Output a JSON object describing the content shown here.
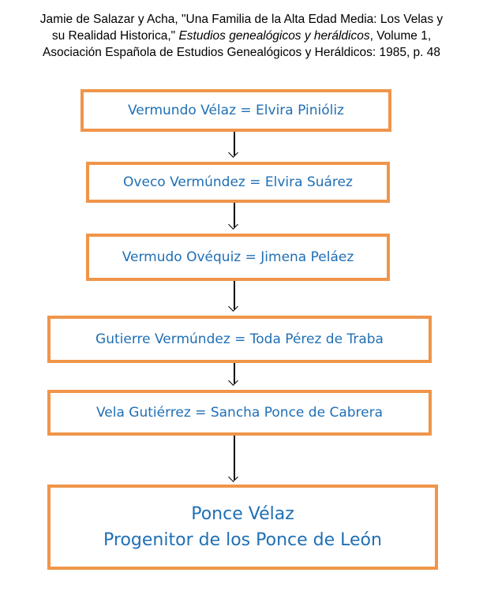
{
  "citation": {
    "line1": "Jamie de Salazar y Acha, \"Una Familia de la Alta Edad Media: Los Velas y",
    "line2_pre": "su Realidad Historica,\" ",
    "line2_italic": "Estudios genealógicos y heráldicos",
    "line2_post": ", Volume 1,",
    "line3": "Asociación Española de Estudios Genealógicos y Heráldicos: 1985, p. 48"
  },
  "generations": [
    {
      "label": "Vermundo Vélaz = Elvira Pinióliz"
    },
    {
      "label": "Oveco Vermúndez = Elvira Suárez"
    },
    {
      "label": "Vermudo Ovéquiz = Jimena Peláez"
    },
    {
      "label": "Gutierre Vermúndez = Toda Pérez de Traba"
    },
    {
      "label": "Vela Gutiérrez = Sancha Ponce de Cabrera"
    }
  ],
  "final": {
    "name": "Ponce Vélaz",
    "title": "Progenitor de los Ponce de León"
  },
  "colors": {
    "box_border": "#f0954a",
    "text": "#1f6fb5"
  }
}
